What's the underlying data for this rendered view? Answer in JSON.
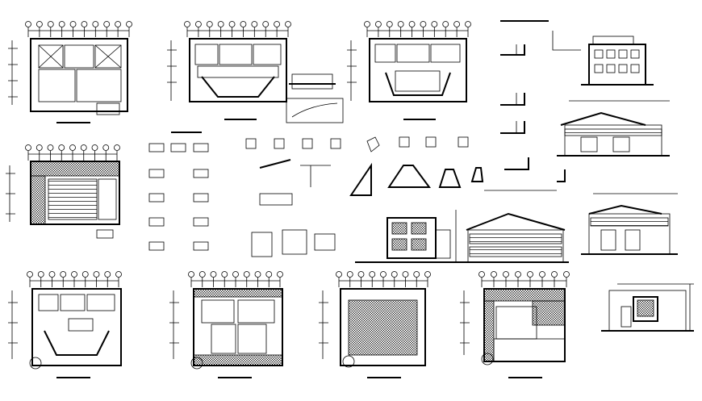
{
  "sheet": {
    "title": "",
    "background": "#ffffff",
    "ink": "#000000"
  },
  "drawings": [
    {
      "id": "plan-ground-floor",
      "kind": "floor-plan",
      "row": 1
    },
    {
      "id": "plan-first-floor",
      "kind": "floor-plan",
      "row": 1
    },
    {
      "id": "plan-second-floor",
      "kind": "floor-plan",
      "row": 1
    },
    {
      "id": "plan-terrace",
      "kind": "floor-plan",
      "row": 2
    },
    {
      "id": "plan-lower-1",
      "kind": "floor-plan",
      "row": 3
    },
    {
      "id": "plan-lower-2",
      "kind": "floor-plan",
      "row": 3
    },
    {
      "id": "plan-lower-3",
      "kind": "floor-plan",
      "row": 3
    },
    {
      "id": "plan-lower-4",
      "kind": "floor-plan",
      "row": 3
    },
    {
      "id": "elevation-front",
      "kind": "elevation"
    },
    {
      "id": "elevation-side",
      "kind": "elevation"
    },
    {
      "id": "section-a",
      "kind": "section"
    },
    {
      "id": "section-b",
      "kind": "section"
    },
    {
      "id": "section-c",
      "kind": "section"
    },
    {
      "id": "details",
      "kind": "construction-details"
    }
  ]
}
